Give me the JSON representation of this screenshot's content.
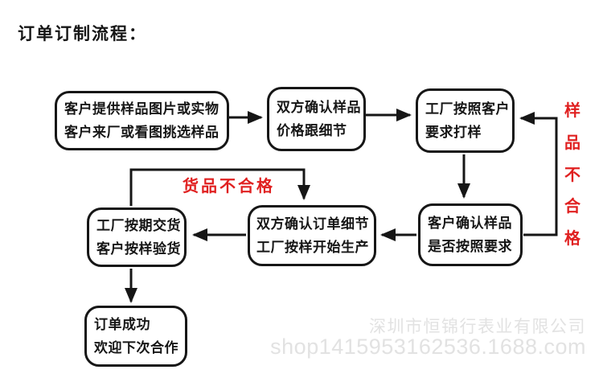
{
  "title": "订单订制流程：",
  "colors": {
    "line": "#161616",
    "red": "#e02020",
    "watermark": "#e2e2e2"
  },
  "boxes": [
    {
      "id": "provide-sample",
      "line1": "客户提供样品图片或实物",
      "line2": "客户来厂或看图挑选样品"
    },
    {
      "id": "confirm-sample-price",
      "line1": "双方确认样品",
      "line2": "价格跟细节"
    },
    {
      "id": "factory-proofing",
      "line1": "工厂按照客户",
      "line2": "要求打样"
    },
    {
      "id": "customer-confirm",
      "line1": "客户确认样品",
      "line2": "是否按照要求"
    },
    {
      "id": "confirm-order",
      "line1": "双方确认订单细节",
      "line2": "工厂按样开始生产"
    },
    {
      "id": "deliver-inspect",
      "line1": "工厂按期交货",
      "line2": "客户按样验货"
    },
    {
      "id": "order-success",
      "line1": "订单成功",
      "line2": "欢迎下次合作"
    }
  ],
  "labels": {
    "goods_fail": "货品不合格",
    "sample_fail": "样品不合格",
    "sample_fail_chars": [
      "样",
      "品",
      "不",
      "合",
      "格"
    ]
  },
  "watermark": {
    "company": "深圳市恒锦行表业有限公司",
    "shop": "shop1415953162536.1688.com"
  }
}
